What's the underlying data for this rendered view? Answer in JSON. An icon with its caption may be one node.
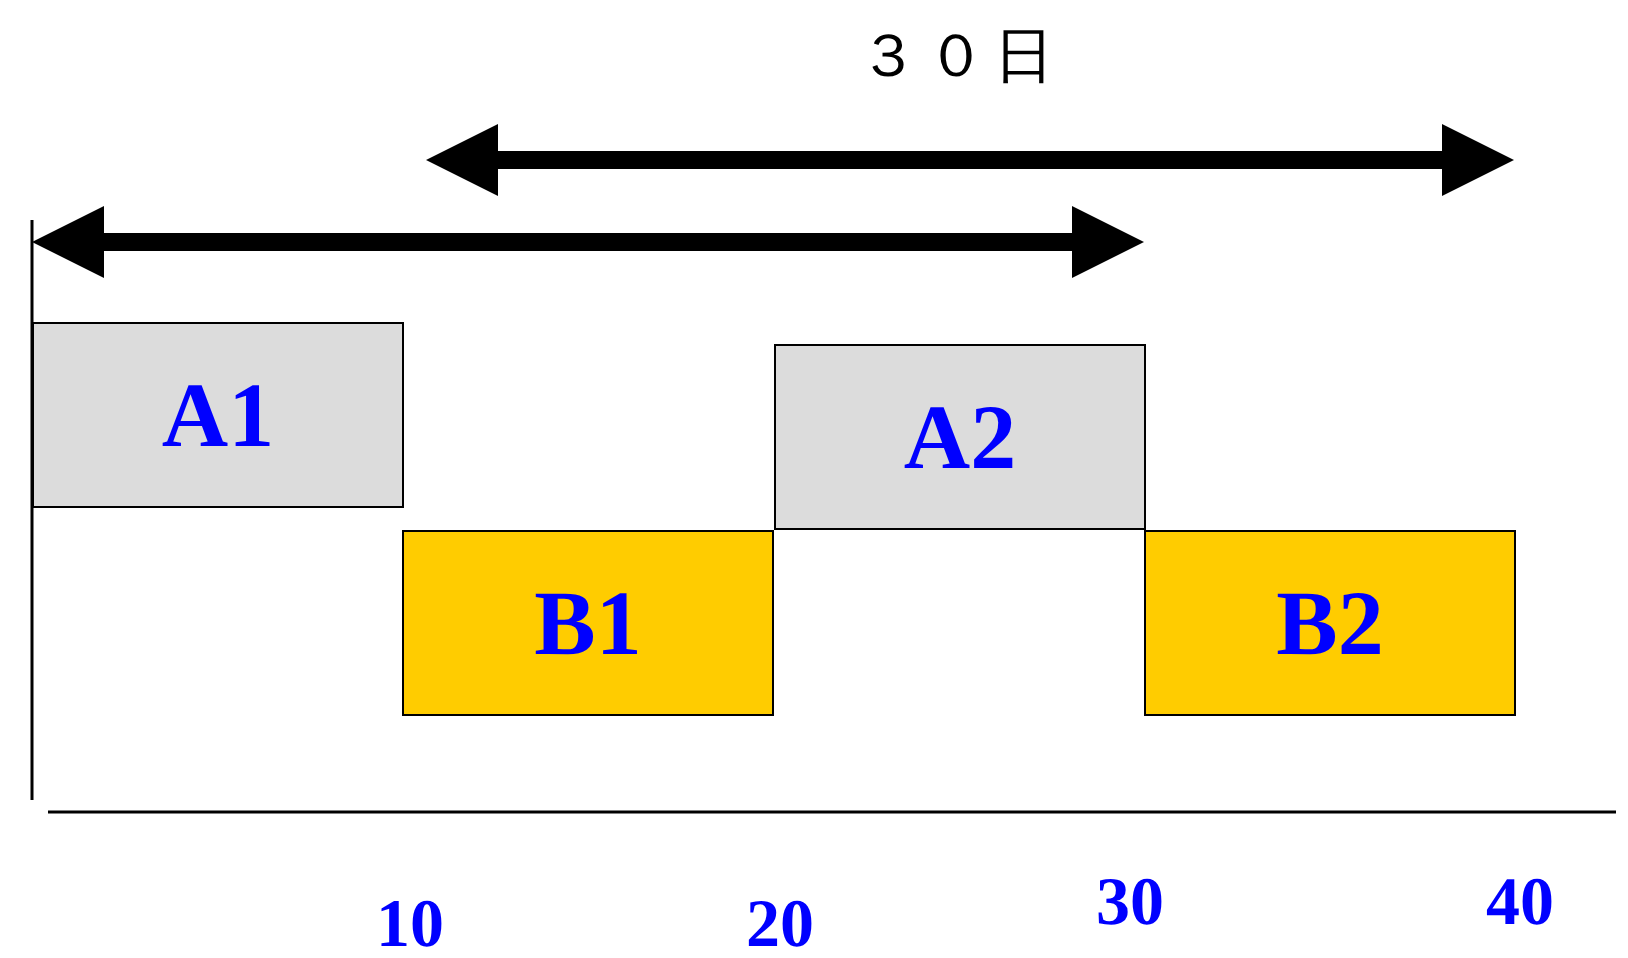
{
  "diagram": {
    "nodes": [
      {
        "text": [
          "A1"
        ]
      },
      {
        "text": [
          "B1"
        ]
      },
      {
        "text": [
          "A2"
        ]
      },
      {
        "text": [
          "B2"
        ]
      }
    ],
    "labels": [
      "３０日",
      "10",
      "20",
      "30",
      "40"
    ]
  }
}
